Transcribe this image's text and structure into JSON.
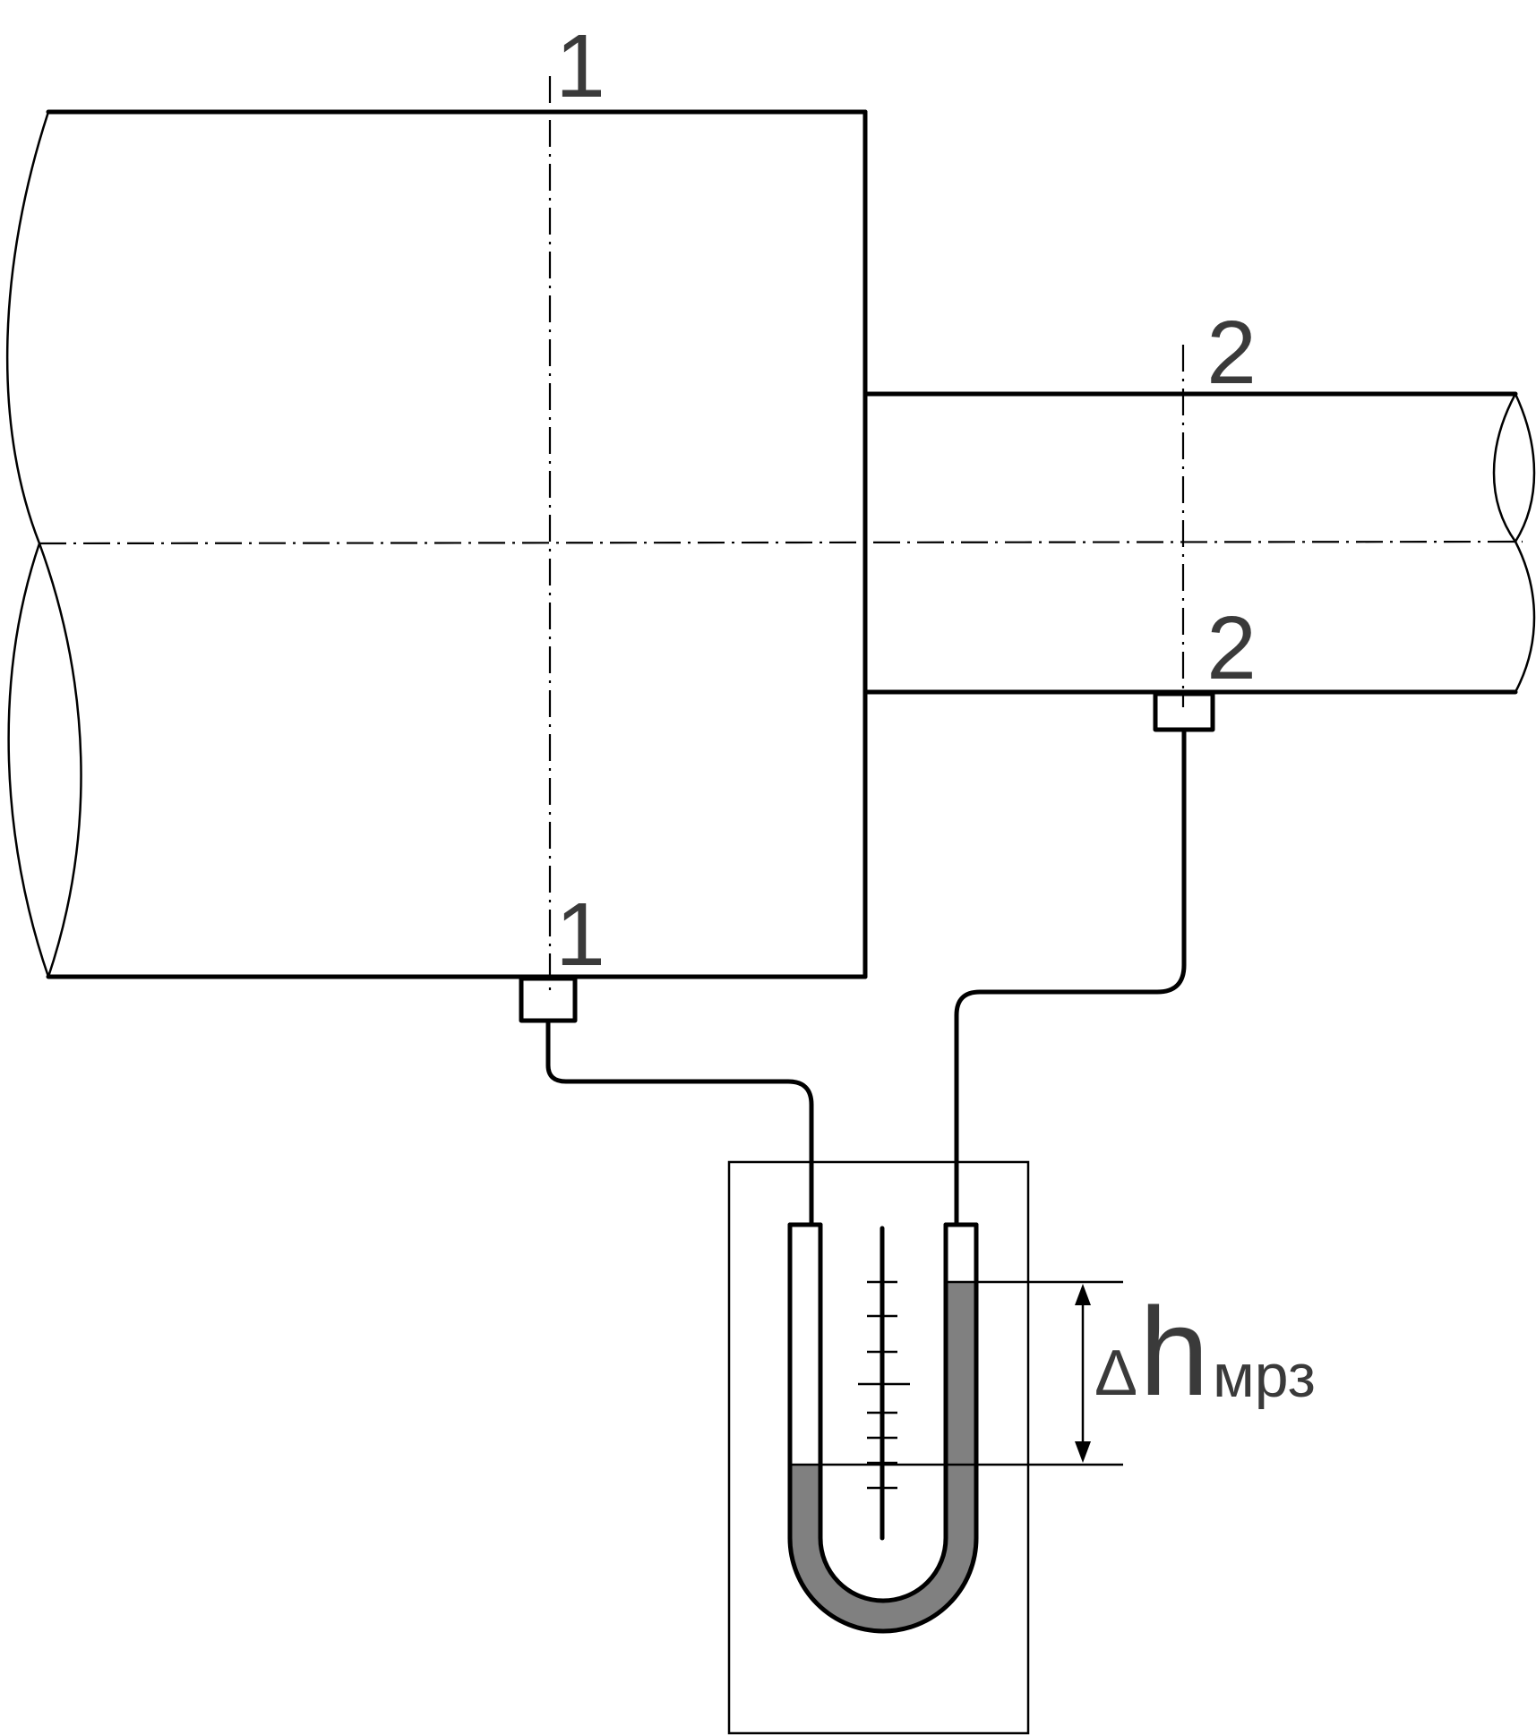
{
  "labels": {
    "section1_top": "1",
    "section1_bottom": "1",
    "section2_top": "2",
    "section2_bottom": "2",
    "delta_symbol": "Δ",
    "h_symbol": "h",
    "subscript": "мрз"
  },
  "colors": {
    "line": "#000000",
    "manometer_fluid": "#808080",
    "label_text": "#3a3a3a"
  }
}
